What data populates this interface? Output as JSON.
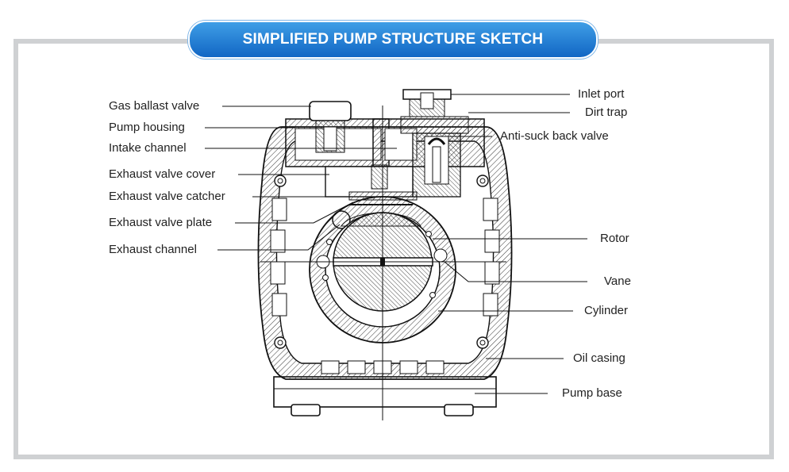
{
  "title": "SIMPLIFIED PUMP STRUCTURE SKETCH",
  "colors": {
    "title_bg": "#1a73cf",
    "frame": "#cfd1d3",
    "ink": "#222222"
  },
  "left_labels": [
    "Gas ballast valve",
    "Pump housing",
    "Intake channel",
    "Exhaust valve cover",
    "Exhaust valve catcher",
    "Exhaust valve plate",
    "Exhaust channel"
  ],
  "right_labels": [
    "Inlet port",
    "Dirt trap",
    "Anti-suck back valve",
    "Rotor",
    "Vane",
    "Cylinder",
    "Oil casing",
    "Pump base"
  ]
}
